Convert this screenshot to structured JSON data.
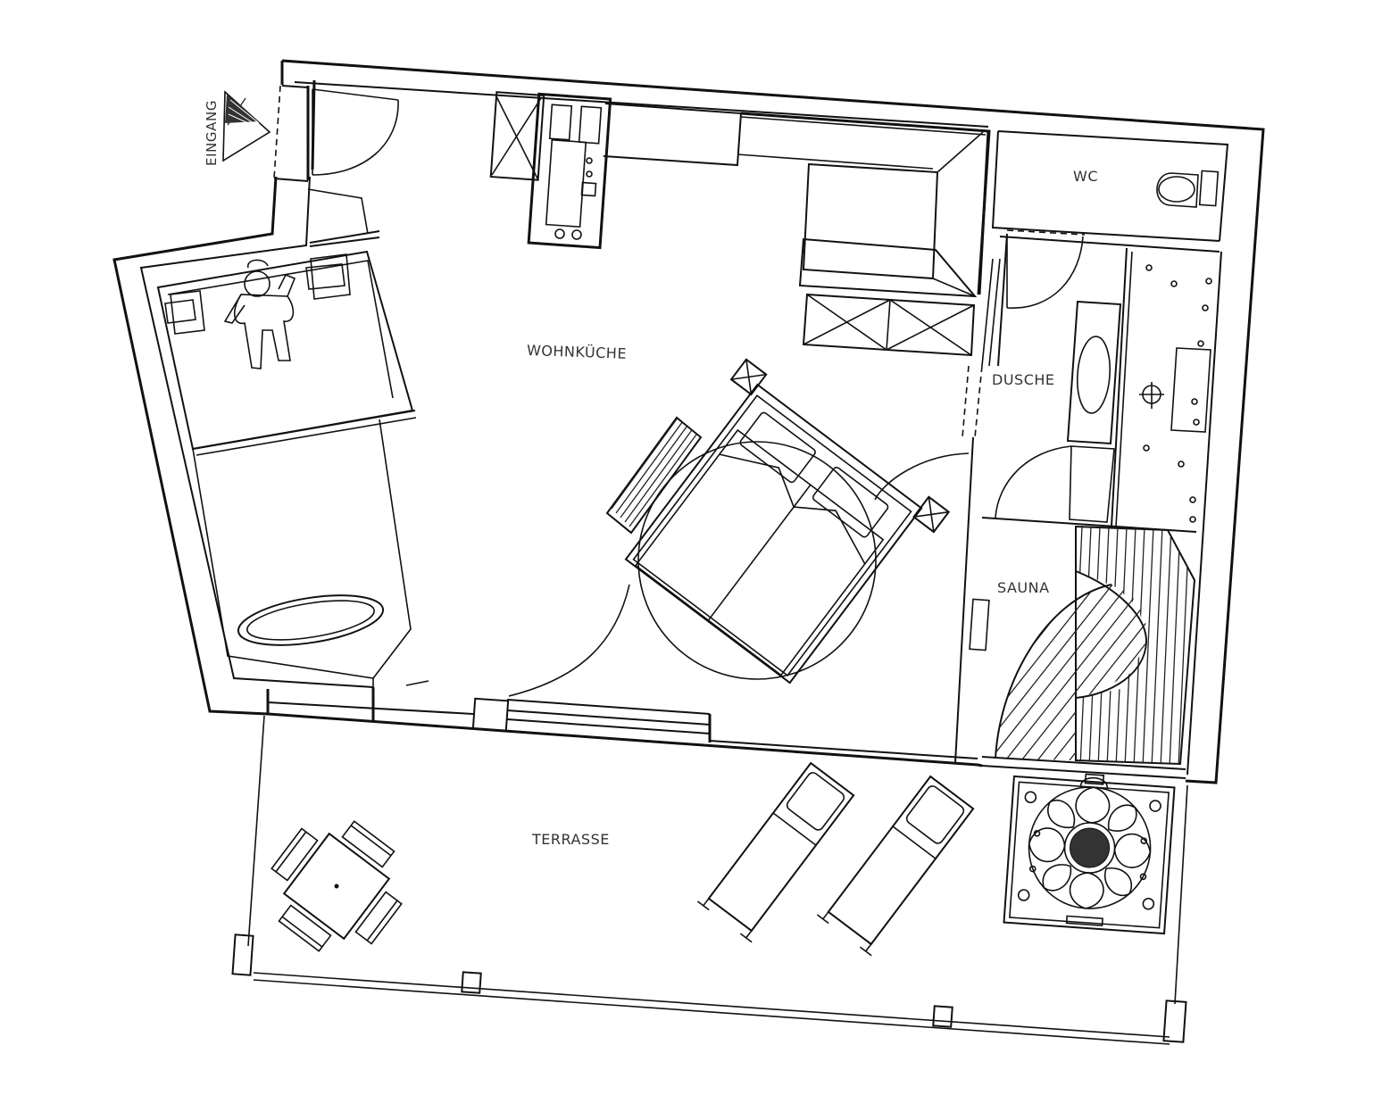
{
  "rooms": {
    "entrance": "EINGANG",
    "living_kitchen": "WOHNKÜCHE",
    "wc": "WC",
    "shower": "DUSCHE",
    "sauna": "SAUNA",
    "terrace": "TERRASSE"
  },
  "icons": {
    "entrance_marker": "triangle-arrow-icon",
    "person": "person-figure-icon"
  },
  "colors": {
    "lines": "#111111",
    "labels": "#333333",
    "background": "#ffffff"
  }
}
